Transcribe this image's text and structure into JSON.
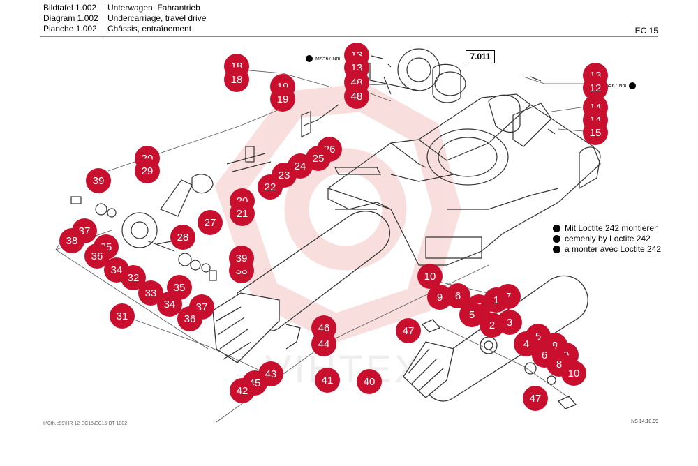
{
  "header": {
    "rows": [
      {
        "a": "Bildtafel  1.002",
        "b": "Unterwagen, Fahrantrieb"
      },
      {
        "a": "Diagram  1.002",
        "b": "Undercarriage, travel drive"
      },
      {
        "a": "Planche  1.002",
        "b": "Châssis, entraînement"
      }
    ],
    "model": "EC 15"
  },
  "footer": {
    "path": "I:\\Cth.e99\\HR 12-EC15\\EC15-BT 1002",
    "date": "NS 14.10.99"
  },
  "notes": [
    "Mit Loctite 242 montieren",
    "cemenly by Loctite 242",
    "a monter avec Loctite 242"
  ],
  "torque_left": "MA=67 Nm",
  "torque_right": "MA=67 Nm",
  "ref_box": "7.011",
  "watermark": "VIHTEX",
  "colors": {
    "badge": "#c8102e",
    "watermark": "#f3b8b8"
  },
  "callouts": [
    "18",
    "19",
    "13",
    "48",
    "13",
    "12",
    "14",
    "15",
    "30",
    "29",
    "26",
    "25",
    "24",
    "23",
    "22",
    "39",
    "21",
    "20",
    "27",
    "28",
    "37",
    "38",
    "35",
    "36",
    "34",
    "32",
    "33",
    "35",
    "34",
    "38",
    "39",
    "37",
    "36",
    "31",
    "10",
    "9",
    "6",
    "1",
    "7",
    "5",
    "2",
    "3",
    "47",
    "4",
    "5",
    "8",
    "9",
    "6",
    "10",
    "46",
    "44",
    "47",
    "45",
    "42",
    "43",
    "41",
    "40"
  ]
}
